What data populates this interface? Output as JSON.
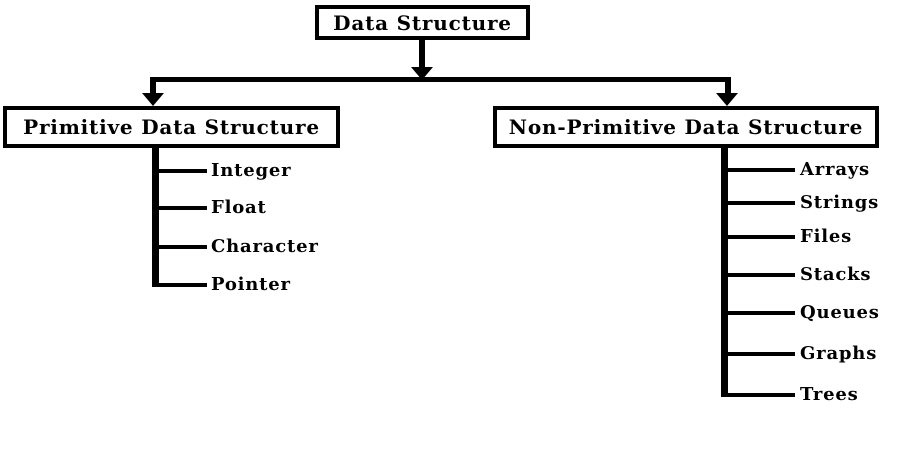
{
  "diagram": {
    "root": {
      "label": "Data Structure"
    },
    "branches": [
      {
        "label": "Primitive Data Structure",
        "children": [
          "Integer",
          "Float",
          "Character",
          "Pointer"
        ]
      },
      {
        "label": "Non-Primitive Data Structure",
        "children": [
          "Arrays",
          "Strings",
          "Files",
          "Stacks",
          "Queues",
          "Graphs",
          "Trees"
        ]
      }
    ],
    "colors": {
      "line": "#000000",
      "text": "#000000",
      "background": "#ffffff"
    }
  }
}
